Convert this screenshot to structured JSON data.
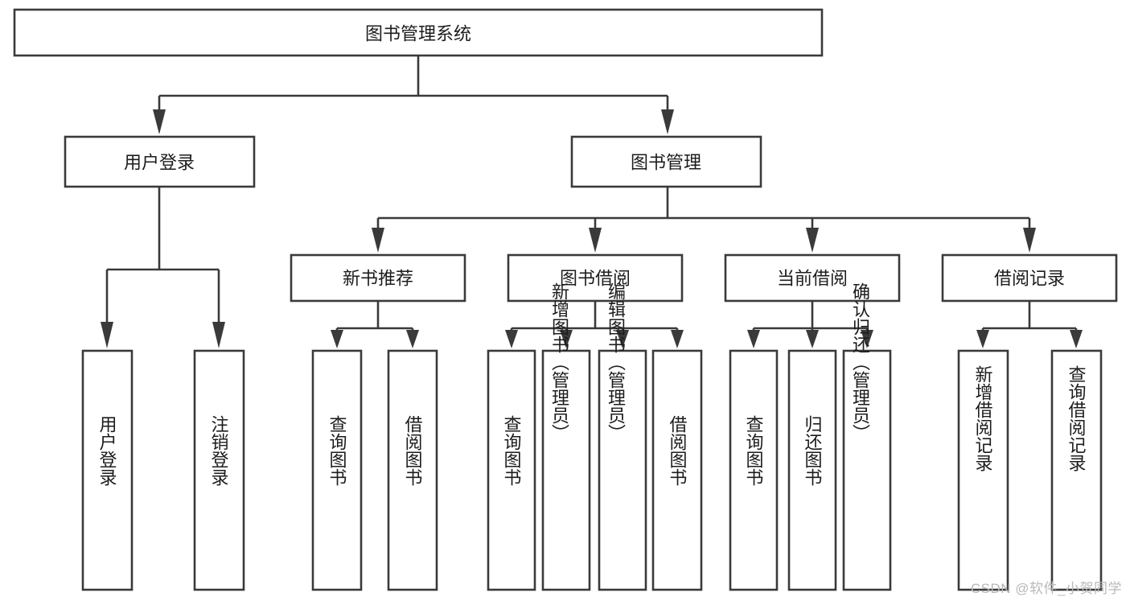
{
  "diagram": {
    "type": "tree-hierarchy",
    "title": "图书管理系统",
    "watermark": "CSDN @软件_小贺同学",
    "colors": {
      "box_stroke": "#3a3a3a",
      "box_fill": "#ffffff",
      "text": "#1c1c1c",
      "background": "#ffffff",
      "watermark": "#b8b8b8"
    },
    "root": {
      "label": "图书管理系统"
    },
    "level1": [
      {
        "label": "用户登录"
      },
      {
        "label": "图书管理"
      }
    ],
    "level2": [
      {
        "label": "新书推荐"
      },
      {
        "label": "图书借阅"
      },
      {
        "label": "当前借阅"
      },
      {
        "label": "借阅记录"
      }
    ],
    "leaves": {
      "user_login": [
        {
          "label": "用户登录"
        },
        {
          "label": "注销登录"
        }
      ],
      "new_book_recommend": [
        {
          "label": "查询图书"
        },
        {
          "label": "借阅图书"
        }
      ],
      "book_borrow": [
        {
          "label": "查询图书"
        },
        {
          "label": "新增图书（管理员）"
        },
        {
          "label": "编辑图书（管理员）"
        },
        {
          "label": "借阅图书"
        }
      ],
      "current_borrow": [
        {
          "label": "查询图书"
        },
        {
          "label": "归还图书"
        },
        {
          "label": "确认归还（管理员）"
        }
      ],
      "borrow_record": [
        {
          "label": "新增借阅记录"
        },
        {
          "label": "查询借阅记录"
        }
      ]
    }
  }
}
